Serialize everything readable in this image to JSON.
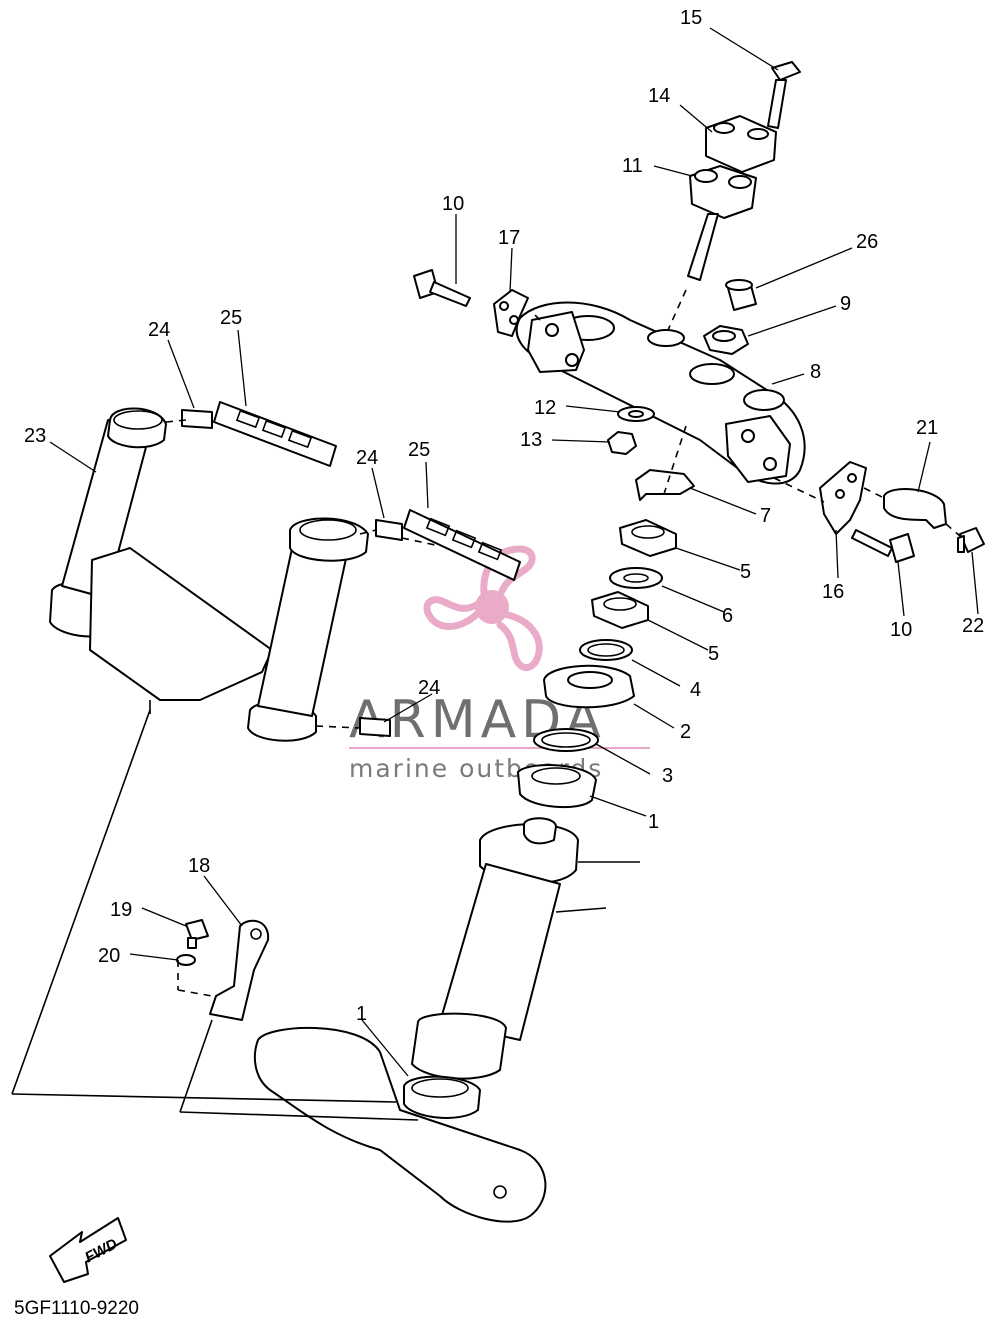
{
  "diagram_code": "5GF1110-9220",
  "fwd_label": "FWD",
  "watermark": {
    "brand": "ARMADA",
    "tagline": "marine outboards",
    "accent_color": "#e8a7c6",
    "text_color": "#6f6f6f"
  },
  "callouts": [
    {
      "id": "c15",
      "label": "15"
    },
    {
      "id": "c14",
      "label": "14"
    },
    {
      "id": "c11",
      "label": "11"
    },
    {
      "id": "c10a",
      "label": "10"
    },
    {
      "id": "c17",
      "label": "17"
    },
    {
      "id": "c26",
      "label": "26"
    },
    {
      "id": "c9",
      "label": "9"
    },
    {
      "id": "c8",
      "label": "8"
    },
    {
      "id": "c24a",
      "label": "24"
    },
    {
      "id": "c25a",
      "label": "25"
    },
    {
      "id": "c23",
      "label": "23"
    },
    {
      "id": "c12",
      "label": "12"
    },
    {
      "id": "c13",
      "label": "13"
    },
    {
      "id": "c21",
      "label": "21"
    },
    {
      "id": "c24b",
      "label": "24"
    },
    {
      "id": "c25b",
      "label": "25"
    },
    {
      "id": "c7",
      "label": "7"
    },
    {
      "id": "c5a",
      "label": "5"
    },
    {
      "id": "c6",
      "label": "6"
    },
    {
      "id": "c16",
      "label": "16"
    },
    {
      "id": "c10b",
      "label": "10"
    },
    {
      "id": "c22",
      "label": "22"
    },
    {
      "id": "c5b",
      "label": "5"
    },
    {
      "id": "c4",
      "label": "4"
    },
    {
      "id": "c24c",
      "label": "24"
    },
    {
      "id": "c2",
      "label": "2"
    },
    {
      "id": "c3",
      "label": "3"
    },
    {
      "id": "c1a",
      "label": "1"
    },
    {
      "id": "c18",
      "label": "18"
    },
    {
      "id": "c19",
      "label": "19"
    },
    {
      "id": "c20",
      "label": "20"
    },
    {
      "id": "c1b",
      "label": "1"
    }
  ]
}
